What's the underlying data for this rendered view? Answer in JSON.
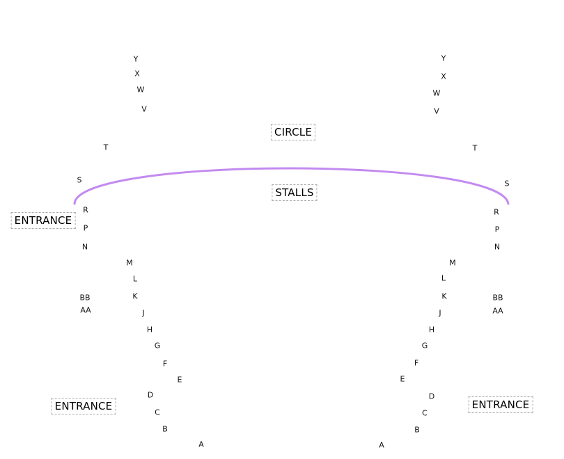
{
  "seating_plan": {
    "section_labels": {
      "circle": "CIRCLE",
      "stalls": "STALLS"
    },
    "entrances": {
      "left_mid": "ENTRANCE",
      "left_bottom": "ENTRANCE",
      "right_bottom": "ENTRANCE"
    },
    "divider_color": "#c38af0",
    "left_rows": {
      "Y": "Y",
      "X": "X",
      "W": "W",
      "V": "V",
      "T": "T",
      "S": "S",
      "R": "R",
      "P": "P",
      "N": "N",
      "M": "M",
      "L": "L",
      "K": "K",
      "BB": "BB",
      "AA": "AA",
      "J": "J",
      "H": "H",
      "G": "G",
      "F": "F",
      "E": "E",
      "D": "D",
      "C": "C",
      "B": "B",
      "A": "A"
    },
    "right_rows": {
      "Y": "Y",
      "X": "X",
      "W": "W",
      "V": "V",
      "T": "T",
      "S": "S",
      "R": "R",
      "P": "P",
      "N": "N",
      "M": "M",
      "L": "L",
      "K": "K",
      "BB": "BB",
      "AA": "AA",
      "J": "J",
      "H": "H",
      "G": "G",
      "F": "F",
      "E": "E",
      "D": "D",
      "C": "C",
      "B": "B",
      "A": "A"
    }
  }
}
